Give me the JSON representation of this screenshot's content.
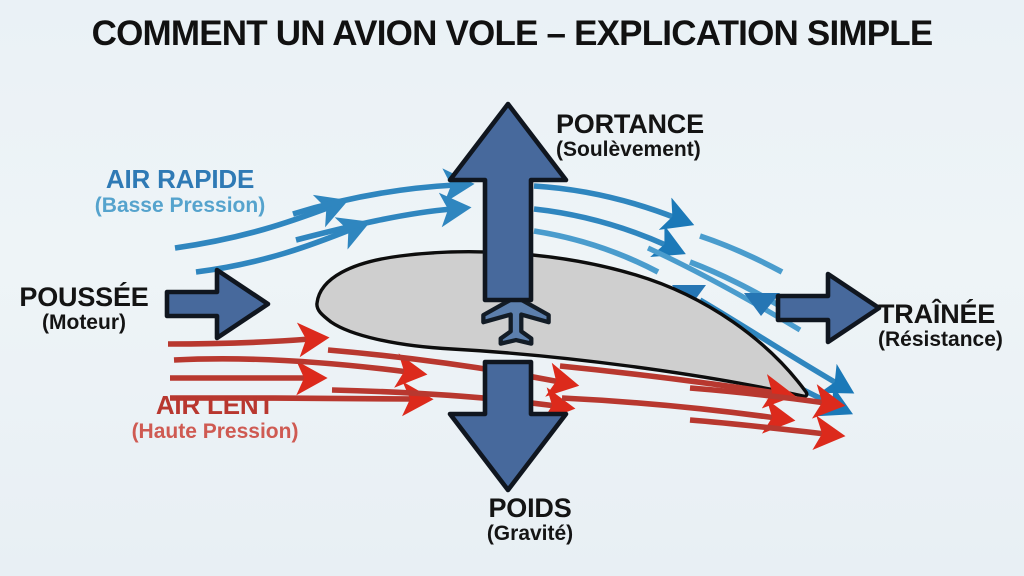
{
  "title": {
    "text": "COMMENT UN AVION VOLE – EXPLICATION SIMPLE"
  },
  "labels": {
    "air_rapide": {
      "main": "AIR RAPIDE",
      "sub": "(Basse Pression)"
    },
    "air_lent": {
      "main": "AIR LENT",
      "sub": "(Haute Pression)"
    },
    "poussee": {
      "main": "POUSSÉE",
      "sub": "(Moteur)"
    },
    "portance": {
      "main": "PORTANCE",
      "sub": "(Soulèvement)"
    },
    "trainee": {
      "main": "TRAÎNÉE",
      "sub": "(Résistance)"
    },
    "poids": {
      "main": "POIDS",
      "sub": "(Gravité)"
    }
  },
  "colors": {
    "background": "#eaf1f6",
    "title_text": "#111111",
    "fast_air_main": "#2f7ab5",
    "fast_air_sub": "#55a3cd",
    "slow_air_main": "#b8372f",
    "slow_air_sub": "#cf5a52",
    "force_arrow_fill": "#47699c",
    "force_arrow_stroke": "#10161f",
    "streamline_blue": "#2f86bf",
    "streamline_blue_dark": "#1b79b8",
    "streamline_red": "#b8382f",
    "streamline_red_head": "#e02718",
    "airfoil_fill": "#cfcfcf",
    "airfoil_stroke": "#0d0d0d",
    "plane_icon_fill": "#5c7fad",
    "plane_icon_stroke": "#131c26",
    "label_text": "#141414"
  },
  "icons": {
    "lift_arrow": "arrow-up-icon",
    "weight_arrow": "arrow-down-icon",
    "thrust_arrow": "arrow-right-icon",
    "drag_arrow": "arrow-right-icon",
    "airfoil": "airfoil-shape",
    "plane": "airplane-icon",
    "fast_airflow": "airflow-streamline-blue",
    "slow_airflow": "airflow-streamline-red"
  }
}
